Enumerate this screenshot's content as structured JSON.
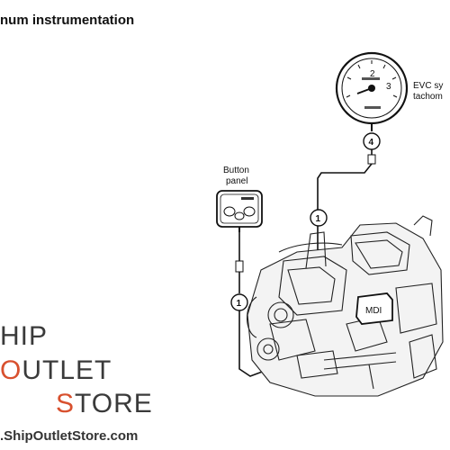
{
  "header": {
    "title": "num instrumentation"
  },
  "labels": {
    "button_panel": [
      "Button",
      "panel"
    ],
    "evc_tach": [
      "EVC sy",
      "tachom"
    ],
    "mdi": "MDI",
    "callout_1": "1",
    "callout_4": "4"
  },
  "watermark": {
    "line1": "HIP",
    "line2_first": "O",
    "line2_rest": "UTLET",
    "line3_first": "S",
    "line3_rest": "TORE",
    "url": ".ShipOutletStore.com",
    "accent_color": "#d8502e",
    "text_color": "#3a3a3a"
  },
  "gauge": {
    "tick_labels": [
      "2",
      "3"
    ]
  }
}
